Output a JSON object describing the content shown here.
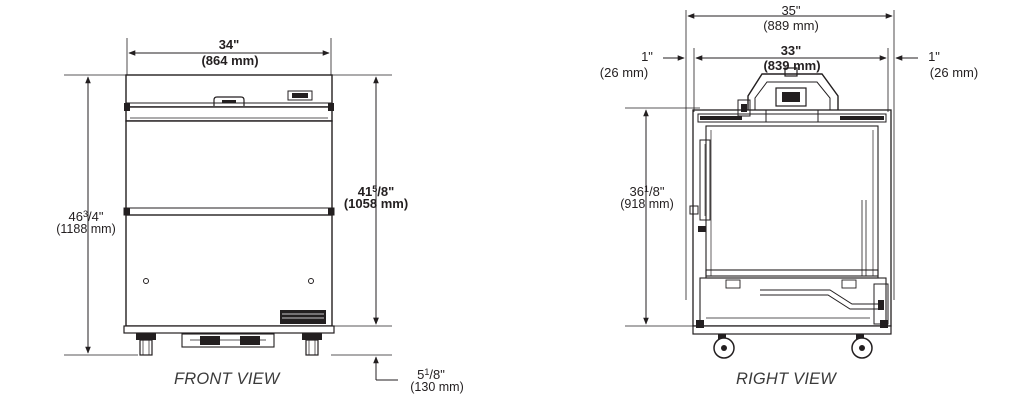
{
  "front_view": {
    "caption": "FRONT VIEW",
    "width_in": "34\"",
    "width_mm": "(864 mm)",
    "height_total": {
      "whole": "46",
      "num": "3",
      "den": "4\"",
      "mm": "(1188 mm)"
    },
    "height_cabinet": {
      "whole": "41",
      "num": "5",
      "den": "8\"",
      "mm": "(1058 mm)"
    },
    "height_casters": {
      "whole": "5",
      "num": "1",
      "den": "8\"",
      "mm": "(130 mm)"
    }
  },
  "right_view": {
    "caption": "RIGHT VIEW",
    "width_total_in": "35\"",
    "width_total_mm": "(889 mm)",
    "width_body_in": "33\"",
    "width_body_mm": "(839 mm)",
    "left_offset_in": "1\"",
    "left_offset_mm": "(26 mm)",
    "right_offset_in": "1\"",
    "right_offset_mm": "(26 mm)",
    "height_interior": {
      "whole": "36",
      "num": "1",
      "den": "8\"",
      "mm": "(918 mm)"
    }
  }
}
